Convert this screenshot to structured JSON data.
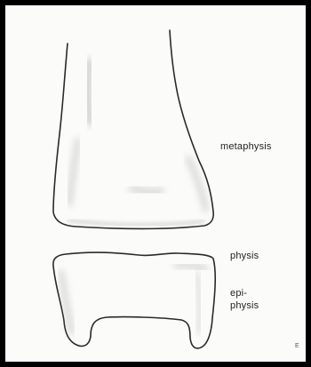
{
  "labels": {
    "metaphysis": "metaphysis",
    "physis": "physis",
    "epiphysis_line1": "epi-",
    "epiphysis_line2": "physis"
  },
  "signature": "E",
  "colors": {
    "background": "#000000",
    "paper": "#fbfbf9",
    "outline": "#2a2a2a",
    "shading": "#8a8a8a"
  }
}
